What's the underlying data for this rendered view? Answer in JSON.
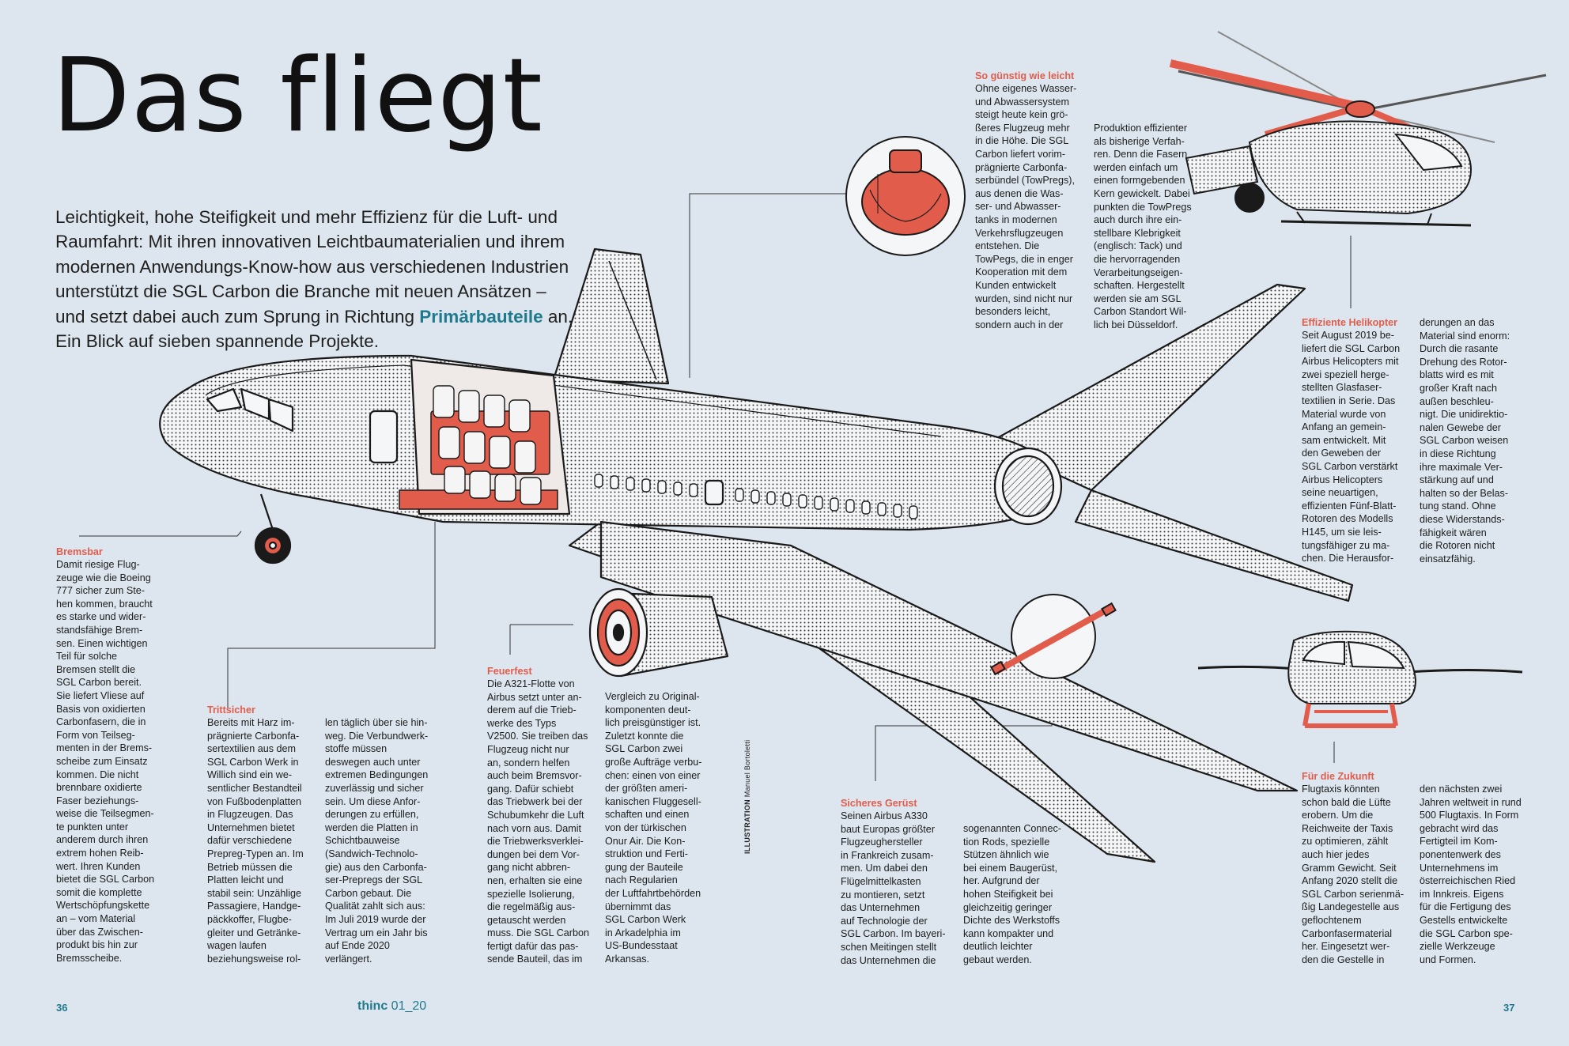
{
  "page": {
    "title": "Das fliegt",
    "lead": {
      "text": "Leichtigkeit, hohe Steifigkeit und mehr Effizienz für die Luft- und Raumfahrt: Mit ihren innovativen Leichtbaumaterialien und ihrem modernen Anwendungs-Know-how aus verschiedenen Industrien unterstützt die SGL Carbon die Branche mit neuen Ansätzen – und setzt dabei auch zum Sprung in Richtung ",
      "highlight": "Primärbauteile",
      "end": " an. Ein Blick auf sieben spannende Projekte."
    },
    "credit_label": "ILLUSTRATION",
    "credit_name": "Manuel Bortoletti",
    "footer": {
      "left_page": "36",
      "right_page": "37",
      "magazine": "thinc",
      "issue": "01_20"
    }
  },
  "sections": {
    "bremsbar": {
      "heading": "Bremsbar",
      "col1": "Damit riesige Flug-\nzeuge wie die Boeing\n777 sicher zum Ste-\nhen kommen, braucht\nes starke und wider-\nstandsfähige Brem-\nsen. Einen wichtigen\nTeil für solche\nBremsen stellt die\nSGL Carbon bereit.\nSie liefert Vliese auf\nBasis von oxidierten\nCarbonfasern, die in\nForm von Teilseg-\nmenten in der Brems-\nscheibe zum Einsatz\nkommen. Die nicht\nbrennbare oxidierte\nFaser beziehungs-\nweise die Teilsegmen-\nte punkten unter\nanderem durch ihren\nextrem hohen Reib-\nwert. Ihren Kunden\nbietet die SGL Carbon\nsomit die komplette\nWertschöpfungskette\nan – vom Material\nüber das Zwischen-\nprodukt bis hin zur\nBremsscheibe."
    },
    "trittsicher": {
      "heading": "Trittsicher",
      "col1": "Bereits mit Harz im-\nprägnierte Carbonfa-\nsertextilien aus dem\nSGL Carbon Werk in\nWillich sind ein we-\nsentlicher Bestandteil\nvon Fußbodenplatten\nin Flugzeugen. Das\nUnternehmen bietet\ndafür verschiedene\nPrepreg-Typen an. Im\nBetrieb müssen die\nPlatten leicht und\nstabil sein: Unzählige\nPassagiere, Handge-\npäckkoffer, Flugbe-\ngleiter und Getränke-\nwagen laufen\nbeziehungsweise rol-",
      "col2": "len täglich über sie hin-\nweg. Die Verbundwerk-\nstoffe müssen\ndeswegen auch unter\nextremen Bedingungen\nzuverlässig und sicher\nsein. Um diese Anfor-\nderungen zu erfüllen,\nwerden die Platten in\nSchichtbauweise\n(Sandwich-Technolo-\ngie) aus den Carbonfa-\nser-Prepregs der SGL\nCarbon gebaut. Die\nQualität zahlt sich aus:\nIm Juli 2019 wurde der\nVertrag um ein Jahr bis\nauf Ende 2020\nverlängert."
    },
    "feuerfest": {
      "heading": "Feuerfest",
      "col1": "Die A321-Flotte von\nAirbus setzt unter an-\nderem auf die Trieb-\nwerke des Typs\nV2500. Sie treiben das\nFlugzeug nicht nur\nan, sondern helfen\nauch beim Bremsvor-\ngang. Dafür schiebt\ndas Triebwerk bei der\nSchubumkehr die Luft\nnach vorn aus. Damit\ndie Triebwerksverklei-\ndungen bei dem Vor-\ngang nicht abbren-\nnen, erhalten sie eine\nspezielle Isolierung,\ndie regelmäßig aus-\ngetauscht werden\nmuss. Die SGL Carbon\nfertigt dafür das pas-\nsende Bauteil, das im",
      "col2": "Vergleich zu Original-\nkomponenten deut-\nlich preisgünstiger ist.\nZuletzt konnte die\nSGL Carbon zwei\ngroße Aufträge verbu-\nchen: einen von einer\nder größten ameri-\nkanischen Fluggesell-\nschaften und einen\nvon der türkischen\nOnur Air. Die Kon-\nstruktion und Ferti-\ngung der Bauteile\nnach Regularien\nder Luftfahrtbehörden\nübernimmt das\nSGL Carbon Werk\nin Arkadelphia im\nUS-Bundesstaat\nArkansas."
    },
    "guenstig": {
      "heading": "So günstig wie leicht",
      "col1": "Ohne eigenes Wasser-\nund Abwassersystem\nsteigt heute kein grö-\nßeres Flugzeug mehr\nin die Höhe. Die SGL\nCarbon liefert vorim-\nprägnierte Carbonfa-\nserbündel (TowPregs),\naus denen die Was-\nser- und Abwasser-\ntanks in modernen\nVerkehrsflugzeugen\nentstehen. Die\nTowPegs, die in enger\nKooperation mit dem\nKunden entwickelt\nwurden, sind nicht nur\nbesonders leicht,\nsondern auch in der",
      "col2": "Produktion effizienter\nals bisherige Verfah-\nren. Denn die Fasern\nwerden einfach um\neinen formgebenden\nKern gewickelt. Dabei\npunkten die TowPregs\nauch durch ihre ein-\nstellbare Klebrigkeit\n(englisch: Tack) und\ndie hervorragenden\nVerarbeitungseigen-\nschaften. Hergestellt\nwerden sie am SGL\nCarbon Standort Wil-\nlich bei Düsseldorf."
    },
    "helikopter": {
      "heading": "Effiziente Helikopter",
      "col1": "Seit August 2019 be-\nliefert die SGL Carbon\nAirbus Helicopters mit\nzwei speziell herge-\nstellten Glasfaser-\ntextilien in Serie. Das\nMaterial wurde von\nAnfang an gemein-\nsam entwickelt. Mit\nden Geweben der\nSGL Carbon verstärkt\nAirbus Helicopters\nseine neuartigen,\neffizienten Fünf-Blatt-\nRotoren des Modells\nH145, um sie leis-\ntungsfähiger zu ma-\nchen. Die Herausfor-",
      "col2": "derungen an das\nMaterial sind enorm:\nDurch die rasante\nDrehung des Rotor-\nblatts wird es mit\ngroßer Kraft nach\naußen beschleu-\nnigt. Die unidirektio-\nnalen Gewebe der\nSGL Carbon weisen\nin diese Richtung\nihre maximale Ver-\nstärkung auf und\nhalten so der Belas-\ntung stand. Ohne\ndiese Widerstands-\nfähigkeit wären\ndie Rotoren nicht\neinsatzfähig."
    },
    "geruest": {
      "heading": "Sicheres Gerüst",
      "col1": "Seinen Airbus A330\nbaut Europas größter\nFlugzeughersteller\nin Frankreich zusam-\nmen. Um dabei den\nFlügelmittelkasten\nzu montieren, setzt\ndas Unternehmen\nauf Technologie der\nSGL Carbon. Im bayeri-\nschen Meitingen stellt\ndas Unternehmen die",
      "col2": "sogenannten Connec-\ntion Rods, spezielle\nStützen ähnlich wie\nbei einem Baugerüst,\nher. Aufgrund der\nhohen Steifigkeit bei\ngleichzeitig geringer\nDichte des Werkstoffs\nkann kompakter und\ndeutlich leichter\ngebaut werden."
    },
    "zukunft": {
      "heading": "Für die Zukunft",
      "col1": "Flugtaxis könnten\nschon bald die Lüfte\nerobern. Um die\nReichweite der Taxis\nzu optimieren, zählt\nauch hier jedes\nGramm Gewicht. Seit\nAnfang 2020 stellt die\nSGL Carbon serienmä-\nßig Landegestelle aus\ngeflochtenem\nCarbonfasermaterial\nher. Eingesetzt wer-\nden die Gestelle in",
      "col2": "den nächsten zwei\nJahren weltweit in rund\n500 Flugtaxis. In Form\ngebracht wird das\nFertigteil im Kom-\nponentenwerk des\nUnternehmens im\nösterreichischen Ried\nim Innkreis. Eigens\nfür die Fertigung des\nGestells entwickelte\ndie SGL Carbon spe-\nzielle Werkzeuge\nund Formen."
    }
  },
  "colors": {
    "accent_red": "#e25c4c",
    "teal": "#1f7a8e",
    "background": "#dde6ee",
    "ink": "#1c1c1c"
  },
  "icons": [
    "airplane-illustration",
    "water-tank-illustration",
    "helicopter-illustration",
    "connection-rod-illustration",
    "air-taxi-drone-illustration",
    "engine-illustration",
    "landing-gear-illustration"
  ]
}
